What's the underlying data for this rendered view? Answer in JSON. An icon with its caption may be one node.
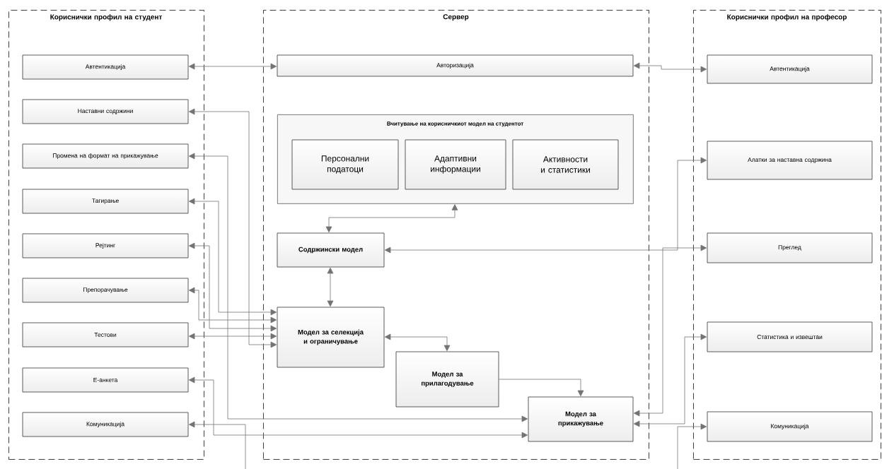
{
  "diagram": {
    "nodes": [
      {
        "text": [
          "Кориснички профил на студент"
        ]
      },
      {
        "text": [
          "Автентикација"
        ],
        "in": 0
      },
      {
        "text": [
          "Наставни содржини"
        ],
        "in": 0
      },
      {
        "text": [
          "Промена на формат на прикажување"
        ],
        "in": 0
      },
      {
        "text": [
          "Тагирање"
        ],
        "in": 0
      },
      {
        "text": [
          "Рејтинг"
        ],
        "in": 0
      },
      {
        "text": [
          "Препорачување"
        ],
        "in": 0
      },
      {
        "text": [
          "Тестови"
        ],
        "in": 0
      },
      {
        "text": [
          "Е-анкета"
        ],
        "in": 0
      },
      {
        "text": [
          "Комуникација"
        ],
        "in": 0
      },
      {
        "text": [
          "Сервер"
        ]
      },
      {
        "text": [
          "Авторизација"
        ],
        "in": 10
      },
      {
        "text": [
          "Вчитување на корисничкиот модел на студентот"
        ],
        "in": 10
      },
      {
        "text": [
          "Персонални податоци"
        ],
        "in": 12
      },
      {
        "text": [
          "Адаптивни информации"
        ],
        "in": 12
      },
      {
        "text": [
          "Активности и статистики"
        ],
        "in": 12
      },
      {
        "text": [
          "Содржински модел"
        ],
        "in": 10
      },
      {
        "text": [
          "Модел за селекција и ограничување"
        ],
        "in": 10
      },
      {
        "text": [
          "Модел за прилагодување"
        ],
        "in": 10
      },
      {
        "text": [
          "Модел за прикажување"
        ],
        "in": 10
      },
      {
        "text": [
          "Кориснички профил на професор"
        ]
      },
      {
        "text": [
          "Автентикација"
        ],
        "in": 20
      },
      {
        "text": [
          "Алатки за наставна содржина"
        ],
        "in": 20
      },
      {
        "text": [
          "Преглед"
        ],
        "in": 20
      },
      {
        "text": [
          "Статистика и извештаи"
        ],
        "in": 20
      },
      {
        "text": [
          "Комуникација"
        ],
        "in": 20
      }
    ],
    "edges": [
      {
        "from": 1,
        "to": 11,
        "arrow": "both"
      },
      {
        "from": 11,
        "to": 21,
        "arrow": "both"
      },
      {
        "from": 2,
        "to": 17,
        "arrow": "both"
      },
      {
        "from": 3,
        "to": 19,
        "arrow": "both"
      },
      {
        "from": 4,
        "to": 17,
        "arrow": "both"
      },
      {
        "from": 5,
        "to": 17,
        "arrow": "both"
      },
      {
        "from": 6,
        "to": 17,
        "arrow": "both"
      },
      {
        "from": 7,
        "to": 17,
        "arrow": "both"
      },
      {
        "from": 8,
        "to": 19,
        "arrow": "both"
      },
      {
        "from": null,
        "to": 9,
        "arrow": "to"
      },
      {
        "from": 16,
        "to": 12,
        "arrow": "both"
      },
      {
        "from": 16,
        "to": 17,
        "arrow": "both"
      },
      {
        "from": 16,
        "to": 22,
        "arrow": "both"
      },
      {
        "from": 17,
        "to": 18,
        "arrow": "both"
      },
      {
        "from": 18,
        "to": 19,
        "arrow": "to"
      },
      {
        "from": 19,
        "to": 23,
        "arrow": "both"
      },
      {
        "from": 19,
        "to": 24,
        "arrow": "both"
      },
      {
        "from": null,
        "to": 25,
        "arrow": "to"
      }
    ]
  }
}
